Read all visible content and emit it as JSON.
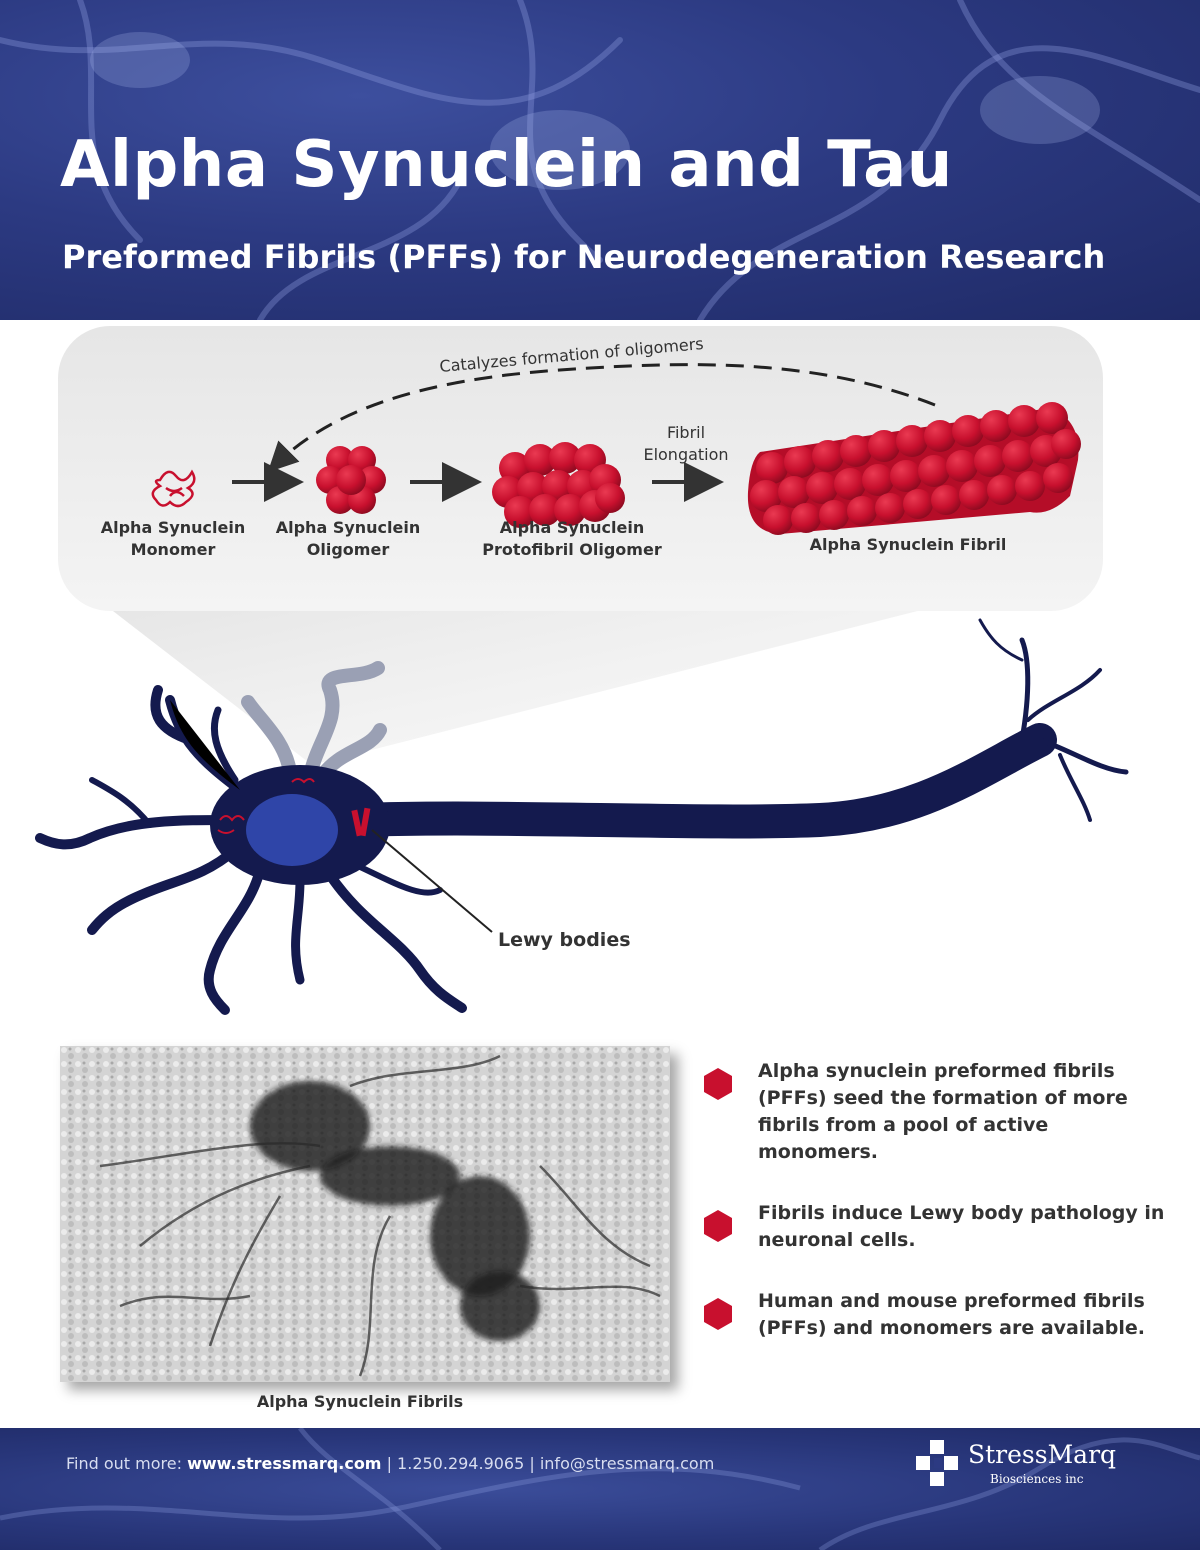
{
  "header": {
    "title": "Alpha Synuclein and Tau",
    "subtitle": "Preformed Fibrils (PFFs) for Neurodegeneration Research"
  },
  "diagram": {
    "catalyzes_label": "Catalyzes formation of oligomers",
    "elongation_label_line1": "Fibril",
    "elongation_label_line2": "Elongation",
    "stages": [
      {
        "line1": "Alpha Synuclein",
        "line2": "Monomer"
      },
      {
        "line1": "Alpha Synuclein",
        "line2": "Oligomer"
      },
      {
        "line1": "Alpha Synuclein",
        "line2": "Protofibril Oligomer"
      },
      {
        "line1": "Alpha Synuclein Fibril",
        "line2": ""
      }
    ],
    "lewy_label": "Lewy bodies"
  },
  "micrograph": {
    "caption": "Alpha Synuclein Fibrils"
  },
  "bullets": [
    {
      "text": "Alpha synuclein preformed fibrils (PFFs) seed the formation of more fibrils from a pool of active monomers."
    },
    {
      "text": "Fibrils induce Lewy body pathology in neuronal cells."
    },
    {
      "text": "Human and mouse preformed fibrils (PFFs) and monomers are available."
    }
  ],
  "footer": {
    "contact_prefix": "Find out more: ",
    "website": "www.stressmarq.com",
    "phone_email": " | 1.250.294.9065 | info@stressmarq.com",
    "logo_name": "StressMarq",
    "logo_sub": "Biosciences inc"
  },
  "colors": {
    "header_blue": "#2c3a82",
    "neuron_navy": "#141a4e",
    "nucleus_blue": "#2f45a8",
    "fibril_red": "#c8102e"
  }
}
